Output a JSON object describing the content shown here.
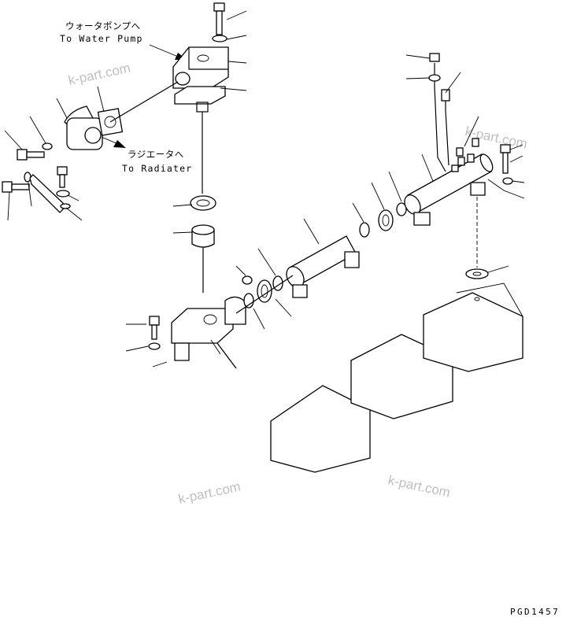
{
  "annotations": {
    "to_water_pump_jp": "ウォータポンプへ",
    "to_water_pump_en": "To Water Pump",
    "to_radiator_jp": "ラジエータへ",
    "to_radiator_en": "To Radiater"
  },
  "watermarks": [
    "k-part.com",
    "k-part.com",
    "k-part.com",
    "k-part.com"
  ],
  "drawing_code": "PGD1457"
}
